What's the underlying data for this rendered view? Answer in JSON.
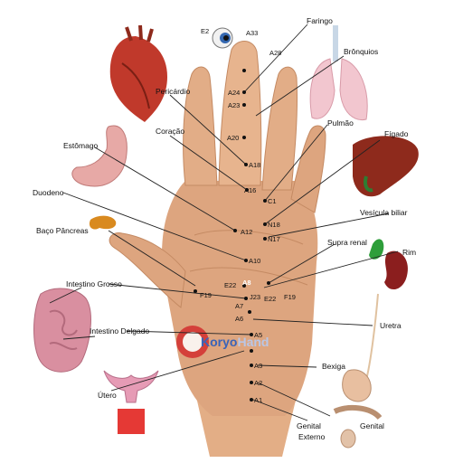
{
  "diagram": {
    "organ_labels": {
      "faringo": "Faringo",
      "bronquios": "Brônquios",
      "pericardio": "Pericárdio",
      "coracao": "Coração",
      "pulmao": "Pulmão",
      "figado": "Fígado",
      "estomago": "Estômago",
      "duodeno": "Duodeno",
      "vesicula": "Vesícula biliar",
      "baco_pancreas": "Baço Pâncreas",
      "supra_renal": "Supra renal",
      "rim": "Rim",
      "intestino_grosso": "Intestino Grosso",
      "intestino_delgado": "Intestino Delgado",
      "uretra": "Uretra",
      "bexiga": "Bexiga",
      "utero": "Útero",
      "genital": "Genital",
      "genital_externo_1": "Genital",
      "genital_externo_2": "Externo"
    },
    "points": {
      "E2": "E2",
      "A33": "A33",
      "A28": "A28",
      "A24": "A24",
      "A23": "A23",
      "A20": "A20",
      "A18": "A18",
      "A16": "A16",
      "C1": "C1",
      "N18": "N18",
      "A12": "A12",
      "N17": "N17",
      "A10": "A10",
      "E22_left": "E22",
      "A8": "A8",
      "F19_left": "F19",
      "J23": "J23",
      "E22_right": "E22",
      "F19_right": "F19",
      "A7": "A7",
      "A6": "A6",
      "A5": "A5",
      "A3": "A3",
      "A2": "A2",
      "A1": "A1"
    },
    "watermark": {
      "brand": "Koryo",
      "tail": "Hand"
    },
    "colors": {
      "skin": "#e8b891",
      "skin_shadow": "#c98f66",
      "palm": "#d9a07a",
      "heart": "#c0392b",
      "lung": "#f2c6cf",
      "liver": "#8e2a1c",
      "pancreas": "#d98a1f",
      "adrenal": "#2e9e3a",
      "kidney": "#8b1e1e",
      "intestine": "#d98fa0",
      "uterus": "#e69bb5",
      "watermark_red": "#d32f2f",
      "watermark_blue": "#3a63b8"
    }
  }
}
